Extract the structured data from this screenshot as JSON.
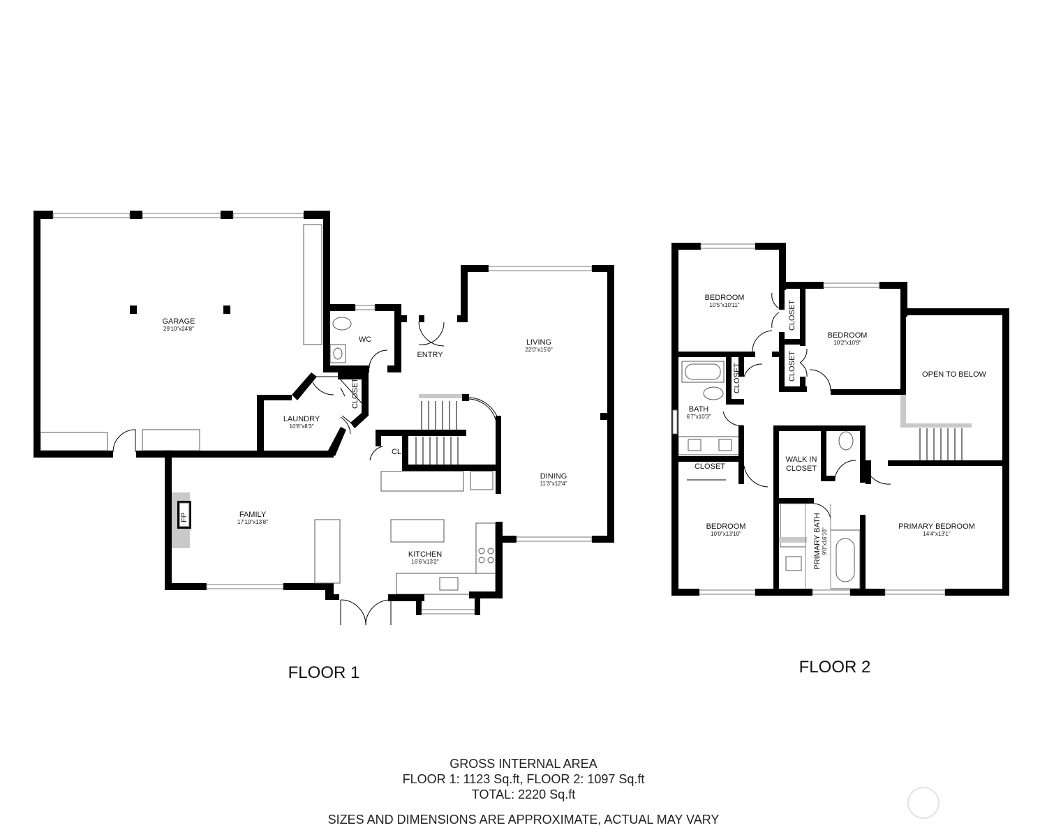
{
  "floor1": {
    "label": "FLOOR 1",
    "rooms": {
      "garage": {
        "name": "GARAGE",
        "dim": "29'10\"x24'8\""
      },
      "wc": {
        "name": "WC"
      },
      "entry": {
        "name": "ENTRY"
      },
      "living": {
        "name": "LIVING",
        "dim": "22'0\"x15'0\""
      },
      "laundry": {
        "name": "LAUNDRY",
        "dim": "10'8\"x8'3\""
      },
      "closet": {
        "name": "CLOSET"
      },
      "cl": {
        "name": "CL"
      },
      "dining": {
        "name": "DINING",
        "dim": "11'3\"x12'4\""
      },
      "family": {
        "name": "FAMILY",
        "dim": "17'10\"x13'8\""
      },
      "fp": {
        "name": "FP"
      },
      "kitchen": {
        "name": "KITCHEN",
        "dim": "16'6\"x13'2\""
      }
    }
  },
  "floor2": {
    "label": "FLOOR 2",
    "rooms": {
      "bedroom1": {
        "name": "BEDROOM",
        "dim": "10'5\"x10'11\""
      },
      "closet1": {
        "name": "CLOSET"
      },
      "bedroom2": {
        "name": "BEDROOM",
        "dim": "10'2\"x10'9\""
      },
      "closet2": {
        "name": "CLOSET"
      },
      "closet3": {
        "name": "CLOSET"
      },
      "open": {
        "name": "OPEN TO BELOW"
      },
      "bath": {
        "name": "BATH",
        "dim": "6'7\"x10'3\""
      },
      "closet4": {
        "name": "CLOSET"
      },
      "walkin1": {
        "name": "WALK IN"
      },
      "walkin2": {
        "name": "CLOSET"
      },
      "bedroom3": {
        "name": "BEDROOM",
        "dim": "10'0\"x13'10\""
      },
      "pbath": {
        "name": "PRIMARY BATH",
        "dim": "9'0\"x16'10\""
      },
      "pbedroom": {
        "name": "PRIMARY BEDROOM",
        "dim": "14'4\"x13'1\""
      }
    }
  },
  "area": {
    "title": "GROSS INTERNAL AREA",
    "floors": "FLOOR 1: 1123 Sq.ft, FLOOR 2: 1097 Sq.ft",
    "total": "TOTAL: 2220 Sq.ft",
    "disclaimer": "SIZES AND DIMENSIONS ARE APPROXIMATE, ACTUAL MAY VARY"
  }
}
